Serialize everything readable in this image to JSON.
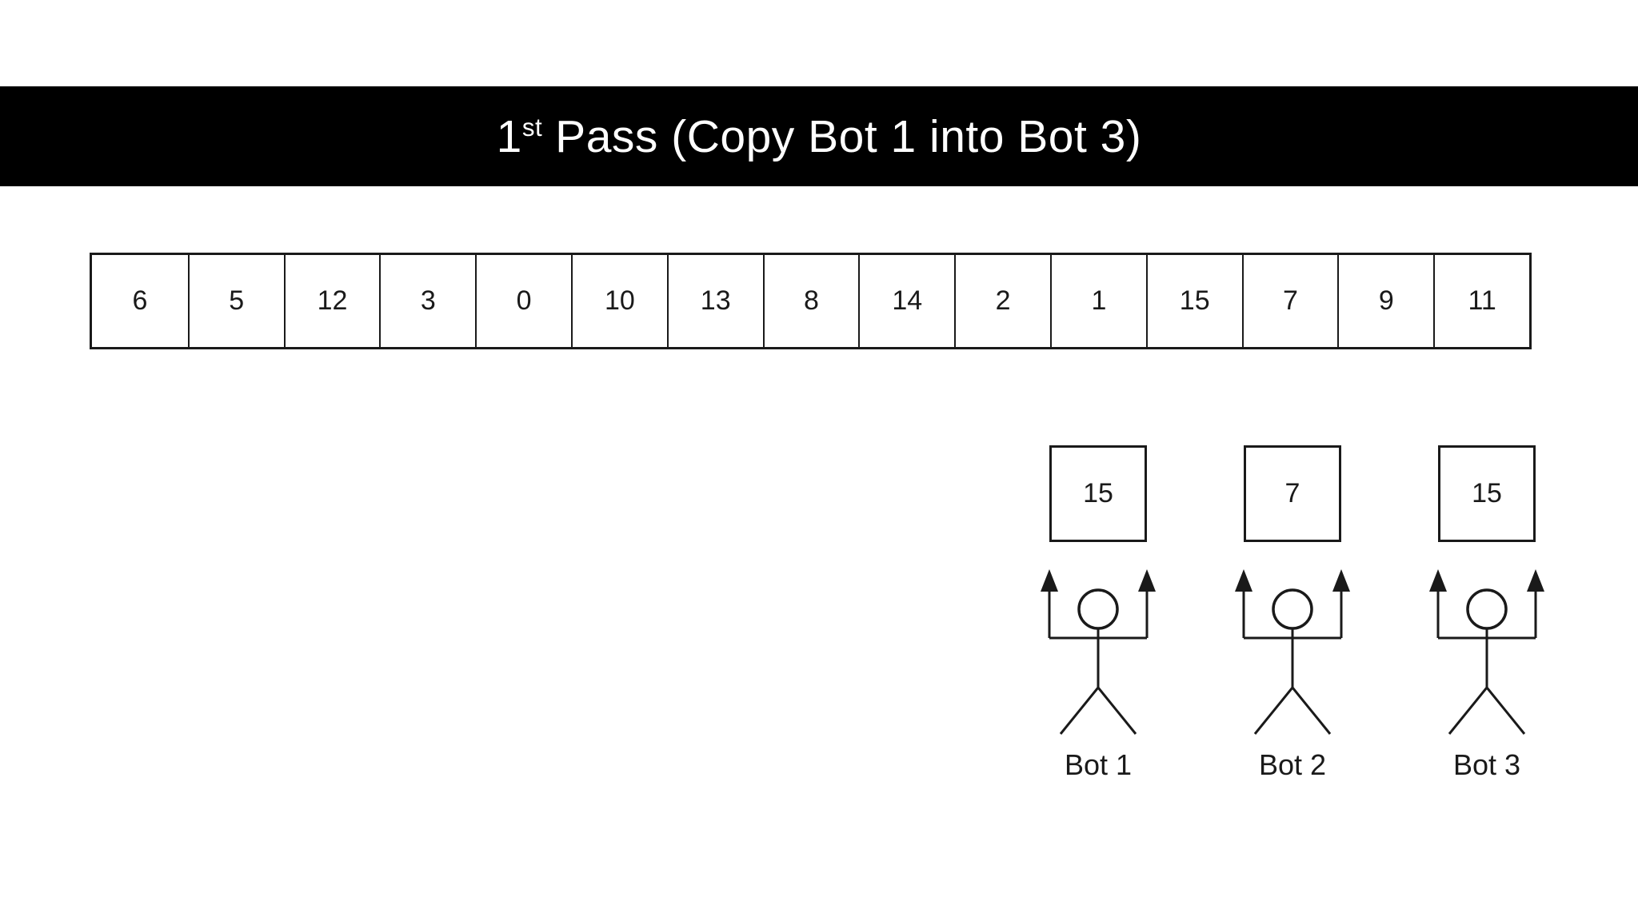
{
  "title": {
    "number": "1",
    "ordinal": "st",
    "rest": "Pass (Copy Bot 1 into Bot 3)"
  },
  "array": {
    "cells": [
      "6",
      "5",
      "12",
      "3",
      "0",
      "10",
      "13",
      "8",
      "14",
      "2",
      "1",
      "15",
      "7",
      "9",
      "11"
    ]
  },
  "bots": [
    {
      "value": "15",
      "label": "Bot 1"
    },
    {
      "value": "7",
      "label": "Bot 2"
    },
    {
      "value": "15",
      "label": "Bot 3"
    }
  ],
  "colors": {
    "background": "#ffffff",
    "bar_bg": "#000000",
    "title_text": "#ffffff",
    "line": "#1a1a1a"
  }
}
